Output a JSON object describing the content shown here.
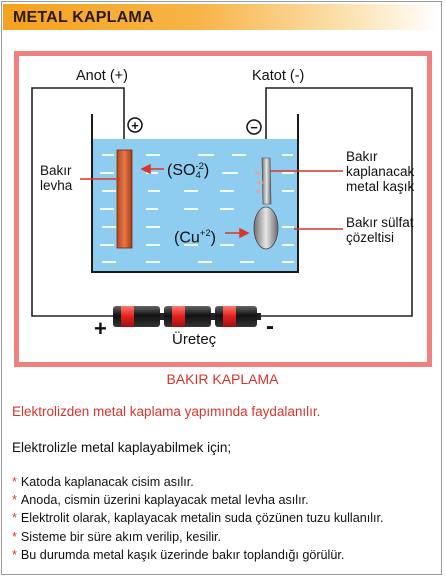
{
  "header": {
    "title": "METAL KAPLAMA"
  },
  "diagram": {
    "anode_label": "Anot (+)",
    "cathode_label": "Katot (-)",
    "plus_sign": "+",
    "minus_sign": "−",
    "left_label_line1": "Bakır",
    "left_label_line2": "levha",
    "sulfate_ion": "(SO",
    "sulfate_sup": "-2",
    "sulfate_sub": "4",
    "sulfate_close": ")",
    "copper_ion": "(Cu",
    "copper_sup": "+2",
    "copper_close": ")",
    "spoon_label_line1": "Bakır",
    "spoon_label_line2": "kaplanacak",
    "spoon_label_line3": "metal kaşık",
    "solution_label_line1": "Bakır sülfat",
    "solution_label_line2": "çözeltisi",
    "source_plus": "+",
    "source_minus": "-",
    "source_label": "Üreteç",
    "colors": {
      "frame": "#f08080",
      "liquid": "#8fcdf0",
      "accent": "#d9342b",
      "title_bar": "#f6a21c"
    }
  },
  "caption": "BAKIR KAPLAMA",
  "intro": "Elektrolizden metal kaplama yapımında faydalanılır.",
  "subtitle": "Elektrolizle  metal kaplayabilmek için;",
  "bullets": [
    "Katoda kaplanacak cisim asılır.",
    "Anoda, cismin üzerini kaplayacak metal levha asılır.",
    "Elektrolit olarak, kaplayacak metalin suda çözünen tuzu kullanılır.",
    "Sisteme bir süre akım verilip, kesilir.",
    "Bu durumda metal kaşık üzerinde bakır toplandığı görülür."
  ]
}
